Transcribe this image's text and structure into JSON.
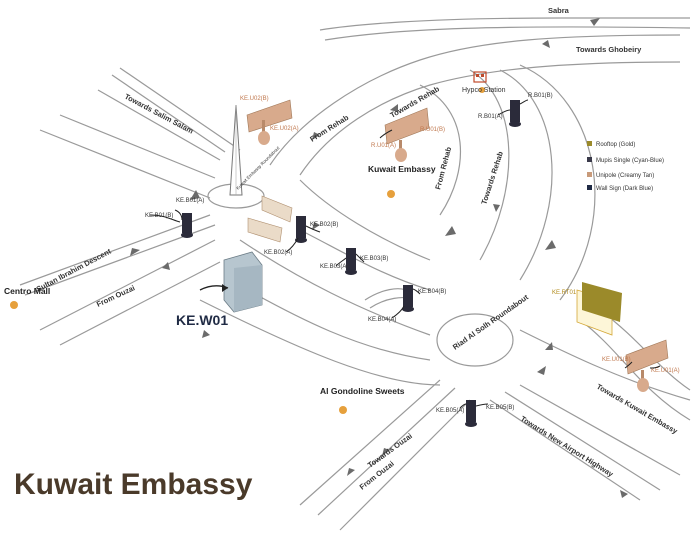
{
  "title": "Kuwait Embassy",
  "legend": [
    {
      "label": "Rooftop (Gold)",
      "color": "#9b8a2a"
    },
    {
      "label": "Mupis Single (Cyan-Blue)",
      "color": "#3a3a4a"
    },
    {
      "label": "Unipole (Creamy Tan)",
      "color": "#c89a7a"
    },
    {
      "label": "Wall Sign (Dark Blue)",
      "color": "#1f2a44"
    }
  ],
  "streets": {
    "sabra": "Sabra",
    "towards_ghobeiry": "Towards Ghobeiry",
    "towards_salim_salam": "Towards Salim Salam",
    "from_rehab_1": "From Rehab",
    "towards_rehab_1": "Towards Rehab",
    "from_rehab_2": "From Rehab",
    "towards_rehab_2": "Towards Rehab",
    "sultan_ibrahim": "Sultan Ibrahim Descent",
    "from_ouzai_1": "From Ouzai",
    "towards_ouzai": "Towards Ouzai",
    "from_ouzai_2": "From Ouzai",
    "towards_kuwait_embassy": "Towards Kuwait Embassy",
    "towards_airport": "Towards New Airport Highway",
    "roundabout_small": "Kuwait Embassy Roundabout",
    "roundabout": "Riad Al Solh Roundabout"
  },
  "places": {
    "centro_mall": "Centro Mall",
    "kuwait_embassy": "Kuwait Embassy",
    "hypco_station": "Hypco Station",
    "al_gondoline": "Al Gondoline Sweets"
  },
  "codes": {
    "ke_u02_b": "KE.U02(B)",
    "ke_u02_a": "KE.U02(A)",
    "r_u01_b": "R.U01(B)",
    "r_u01_a": "R.U01(A)",
    "r_b01_b": "R.B01(B)",
    "r_b01_a": "R.B01(A)",
    "ke_b01_a": "KE.B01(A)",
    "ke_b01_b": "KE.B01(B)",
    "ke_b02_b": "KE.B02(B)",
    "ke_b02_a": "KE.B02(A)",
    "ke_b03_b": "KE.B03(B)",
    "ke_b03_a": "KE.B03(A)",
    "ke_b04_b": "KE.B04(B)",
    "ke_b04_a": "KE.B04(A)",
    "ke_rt01": "KE.RT01",
    "ke_u01_b": "KE.U01(B)",
    "ke_u01_a": "KE.U01(A)",
    "ke_b05_a": "KE.B05(A)",
    "ke_b05_b": "KE.B05(B)",
    "ke_w01": "KE.W01"
  }
}
